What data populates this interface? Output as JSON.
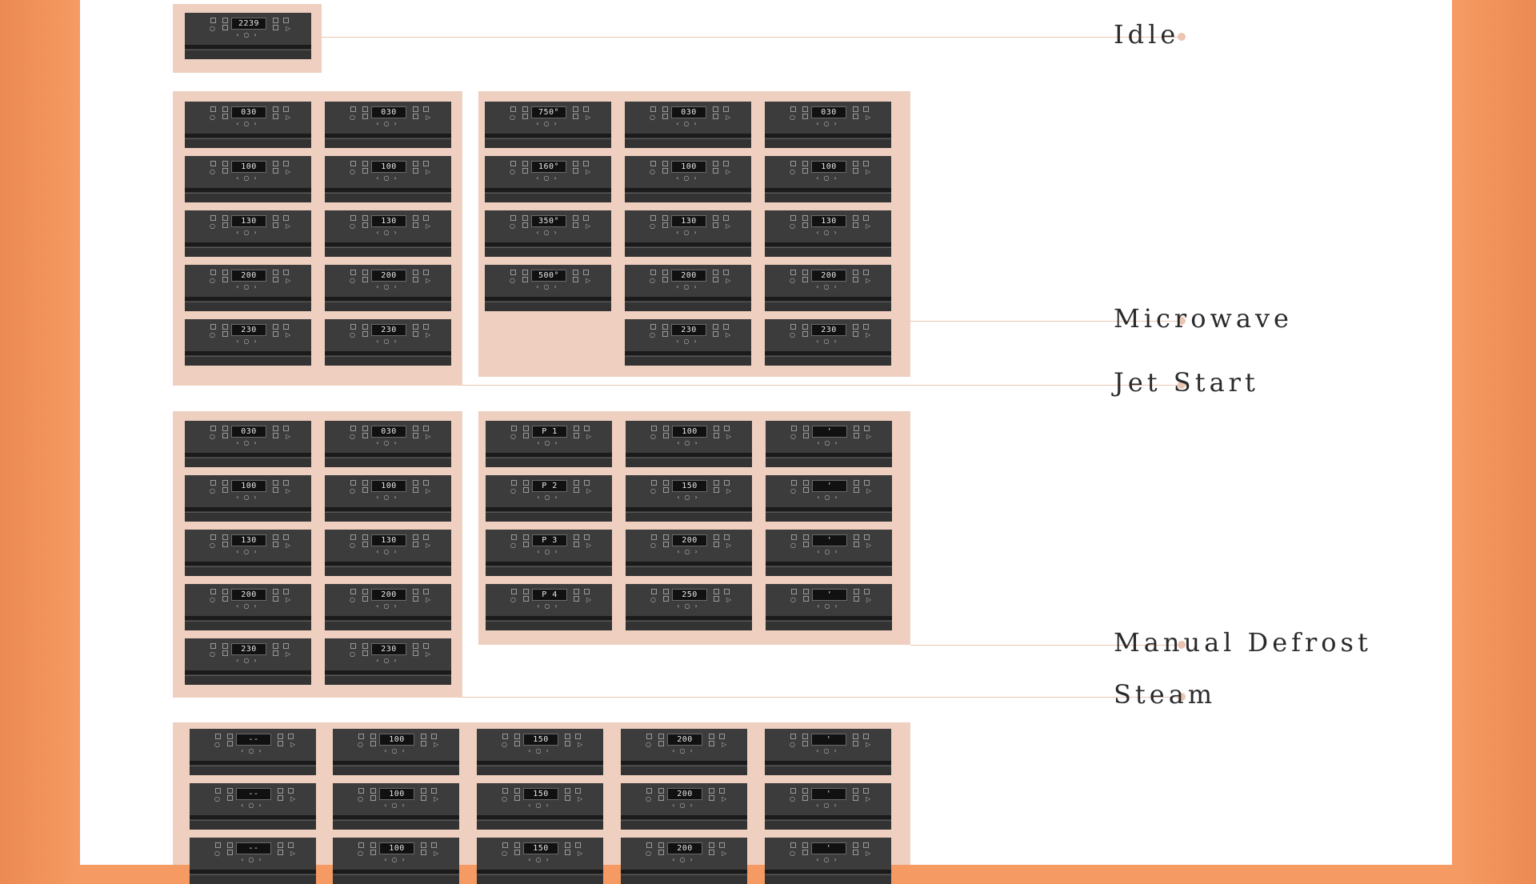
{
  "labels": {
    "idle": "Idle",
    "microwave": "Microwave",
    "jet_start": "Jet Start",
    "manual_defrost": "Manual Defrost",
    "steam": "Steam"
  },
  "colors": {
    "background": "#f49a62",
    "group_fill": "#eecfc0",
    "leader_line": "#ebc4b2",
    "panel": "#3c3c3c"
  },
  "panels": {
    "idle": [
      "2239"
    ],
    "jet_start": {
      "col1": [
        "030",
        "100",
        "130",
        "200",
        "230"
      ],
      "col2": [
        "030",
        "100",
        "130",
        "200",
        "230"
      ]
    },
    "microwave": {
      "col1": [
        "750°",
        "160°",
        "350°",
        "500°"
      ],
      "col2": [
        "030",
        "100",
        "130",
        "200",
        "230"
      ],
      "col3": [
        "030",
        "100",
        "130",
        "200",
        "230"
      ]
    },
    "steam": {
      "col1": [
        "030",
        "100",
        "130",
        "200",
        "230"
      ],
      "col2": [
        "030",
        "100",
        "130",
        "200",
        "230"
      ]
    },
    "manual_defrost": {
      "col1": [
        "P 1",
        "P 2",
        "P 3",
        "P 4"
      ],
      "col2": [
        "100",
        "150",
        "200",
        "250"
      ],
      "col3": [
        "'",
        "'",
        "'",
        "'"
      ]
    },
    "bottom": {
      "col1": [
        "--",
        "--",
        "--"
      ],
      "col2": [
        "100",
        "100",
        "100"
      ],
      "col3": [
        "150",
        "150",
        "150"
      ],
      "col4": [
        "200",
        "200",
        "200"
      ],
      "col5": [
        "'",
        "'",
        "'"
      ]
    }
  }
}
